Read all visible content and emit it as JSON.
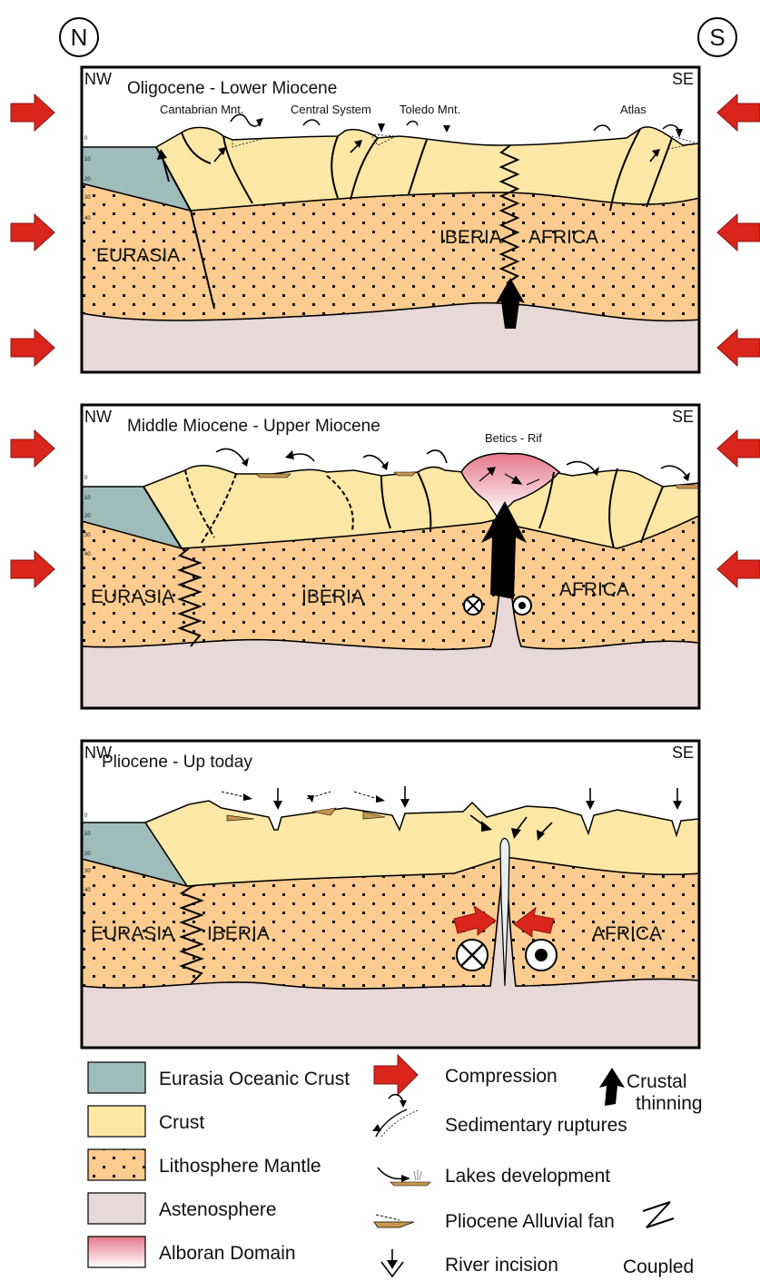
{
  "compass": {
    "north": "N",
    "south": "S"
  },
  "panels": [
    {
      "nw": "NW",
      "se": "SE",
      "title": "Oligocene - Lower Miocene",
      "labels": {
        "cantabrian": "Cantabrian Mnt.",
        "central": "Central System",
        "toledo": "Toledo Mnt.",
        "atlas": "Atlas",
        "eurasia": "EURASIA",
        "iberia": "IBERIA",
        "africa": "AFRICA"
      },
      "depth_ticks": [
        "0",
        "10",
        "20",
        "30",
        "40"
      ]
    },
    {
      "nw": "NW",
      "se": "SE",
      "title": "Middle Miocene - Upper Miocene",
      "labels": {
        "betics": "Betics - Rif",
        "eurasia": "EURASIA",
        "iberia": "IBERIA",
        "africa": "AFRICA"
      },
      "depth_ticks": [
        "0",
        "10",
        "20",
        "30",
        "40"
      ]
    },
    {
      "nw": "NW",
      "se": "SE",
      "title": "Pliocene - Up today",
      "labels": {
        "eurasia": "EURASIA",
        "iberia": "IBERIA",
        "africa": "AFRICA"
      },
      "depth_ticks": [
        "0",
        "10",
        "20",
        "30",
        "40"
      ]
    }
  ],
  "legend": {
    "oceanic": "Eurasia Oceanic Crust",
    "crust": "Crust",
    "mantle": "Lithosphere Mantle",
    "astheno": "Astenosphere",
    "alboran": "Alboran Domain",
    "compression": "Compression",
    "thinning_1": "Crustal",
    "thinning_2": "thinning",
    "ruptures": "Sedimentary ruptures",
    "lakes": "Lakes development",
    "fan": "Pliocene Alluvial fan",
    "incision": "River incision",
    "coupled": "Coupled"
  },
  "colors": {
    "oceanic": "#9fbcbb",
    "crust": "#fbe7a6",
    "mantle": "#fbcb8f",
    "astheno": "#e8d8d8",
    "alboran": "#f6b7bf",
    "arrow": "#d9251c"
  }
}
